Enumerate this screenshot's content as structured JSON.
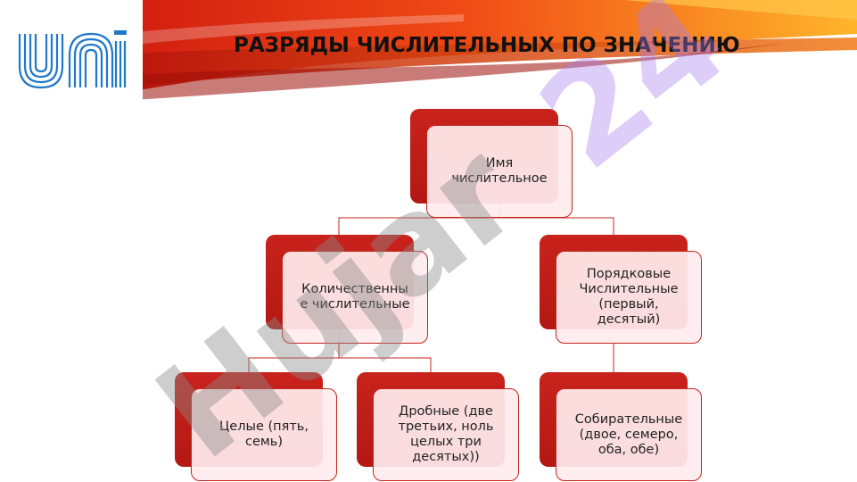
{
  "page": {
    "title": "РАЗРЯДЫ ЧИСЛИТЕЛЬНЫХ ПО ЗНАЧЕНИЮ"
  },
  "logo": {
    "text": "UNI",
    "color": "#1f78c8"
  },
  "colors": {
    "accent": "#c8231c",
    "node_fill": "#fdecee",
    "connector": "#c4261d"
  },
  "watermark": {
    "text": "Hujar24"
  },
  "diagram": {
    "root": {
      "label": "Имя\nчислительное"
    },
    "cardinal": {
      "label": "Количественны\nе числительные"
    },
    "ordinal": {
      "label": "Порядковые\nЧислительные\n(первый,\nдесятый)"
    },
    "whole": {
      "label": "Целые (пять,\nсемь)"
    },
    "fractional": {
      "label": "Дробные (две\nтретьих, ноль\nцелых три\nдесятых))"
    },
    "collective": {
      "label": "Собирательные\n(двое, семеро,\nоба, обе)"
    }
  }
}
